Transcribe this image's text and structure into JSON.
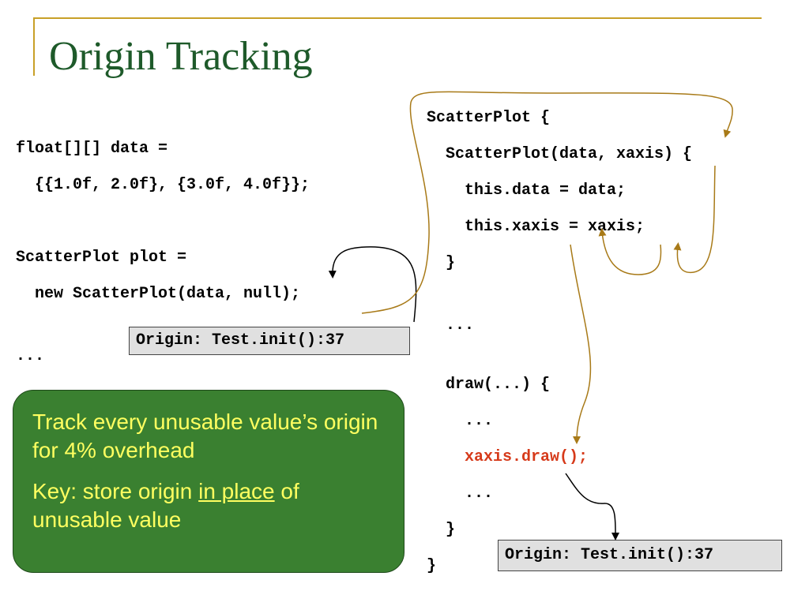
{
  "slide": {
    "title": "Origin Tracking"
  },
  "left_code": {
    "line1": "float[][] data =",
    "line2": "  {{1.0f, 2.0f}, {3.0f, 4.0f}};",
    "line3": "ScatterPlot plot =",
    "line4": "  new ScatterPlot(data, null);",
    "line5": "..."
  },
  "right_code": {
    "line1": "ScatterPlot {",
    "line2": "  ScatterPlot(data, xaxis) {",
    "line3": "    this.data = data;",
    "line4": "    this.xaxis = xaxis;",
    "line5": "  }",
    "line6": "  ...",
    "line7": "  draw(...) {",
    "line8": "    ...",
    "line9": "    xaxis.draw();",
    "line10": "    ...",
    "line11": "  }",
    "line12": "}"
  },
  "origin_labels": {
    "left": "Origin: Test.init():37",
    "right": "Origin: Test.init():37"
  },
  "callout": {
    "para1": "Track every unusable value’s origin for 4% overhead",
    "para2_prefix": "Key: store origin ",
    "para2_underlined": "in place",
    "para2_suffix": " of unusable value"
  },
  "colors": {
    "title": "#1e5a2a",
    "accent_line": "#c8a028",
    "arrow": "#a87a18",
    "highlight_code": "#d63a1a",
    "callout_bg": "#3a8030",
    "callout_text": "#ffff60",
    "origin_box_bg": "#e0e0e0"
  }
}
